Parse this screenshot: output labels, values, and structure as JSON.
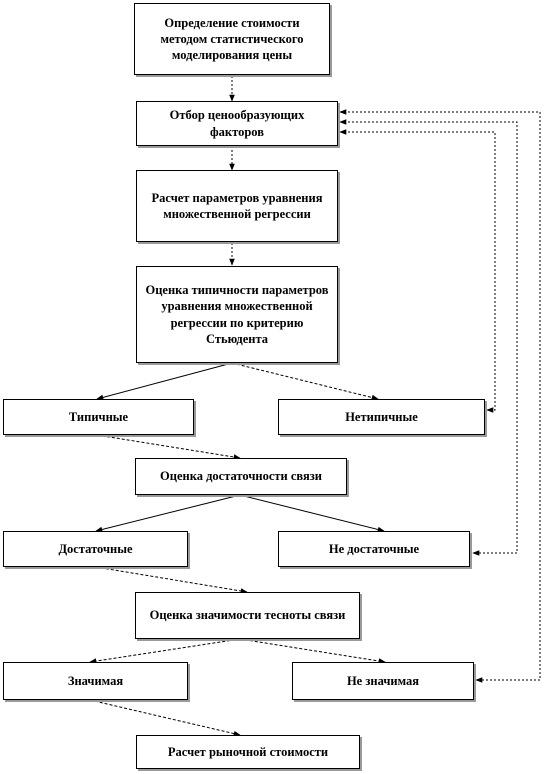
{
  "diagram": {
    "nodes": {
      "method": "Определение стоимости методом статистического моделирования цены",
      "selection": "Отбор ценообразующих факторов",
      "calc_params": "Расчет параметров уравнения множественной регрессии",
      "student_test": "Оценка типичности параметров уравнения множественной регрессии по критерию Стьюдента",
      "typical": "Типичные",
      "atypical": "Нетипичные",
      "sufficiency": "Оценка достаточности связи",
      "sufficient": "Достаточные",
      "insufficient": "Не достаточные",
      "significance": "Оценка значимости тесноты связи",
      "significant": "Значимая",
      "insignificant": "Не значимая",
      "market_value": "Расчет рыночной стоимости"
    }
  }
}
